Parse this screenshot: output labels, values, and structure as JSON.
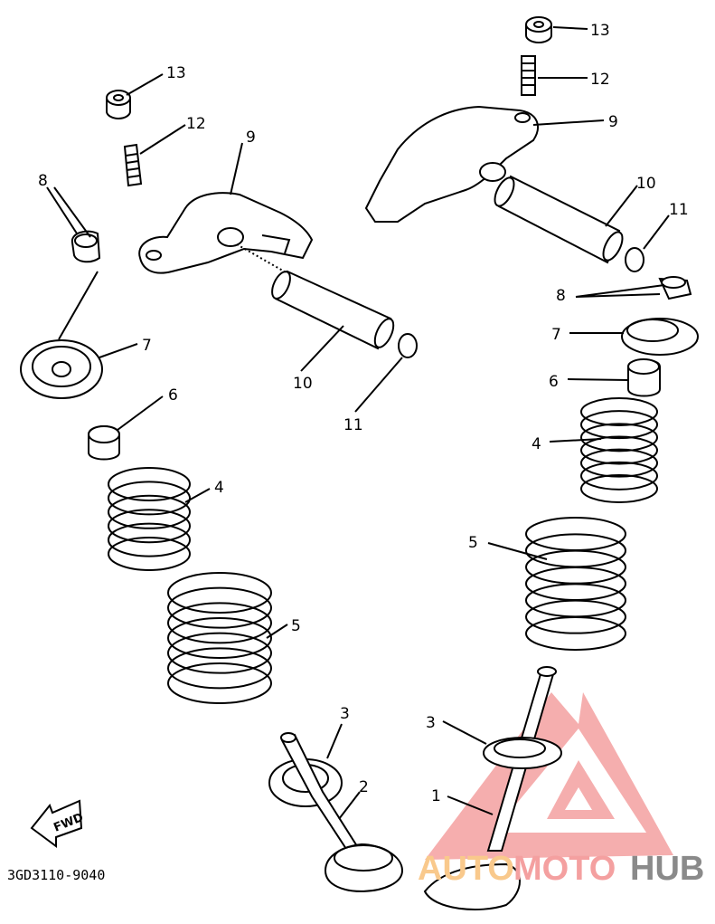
{
  "diagram": {
    "part_code": "3GD3110-9040",
    "fwd_label": "FWD",
    "labels_left": [
      "13",
      "12",
      "9",
      "8",
      "7",
      "10",
      "11",
      "6",
      "4",
      "5",
      "3",
      "2"
    ],
    "labels_right": [
      "13",
      "12",
      "9",
      "10",
      "11",
      "8",
      "7",
      "6",
      "4",
      "5",
      "3",
      "1"
    ]
  },
  "watermark": {
    "part1": "AUTO",
    "part2": "MOTO",
    "part3": "HUB",
    "colors": {
      "auto": "#f9c98c",
      "moto": "#f4a0a0",
      "hub": "#8a8a8a",
      "logo": "#f4a0a0"
    }
  }
}
